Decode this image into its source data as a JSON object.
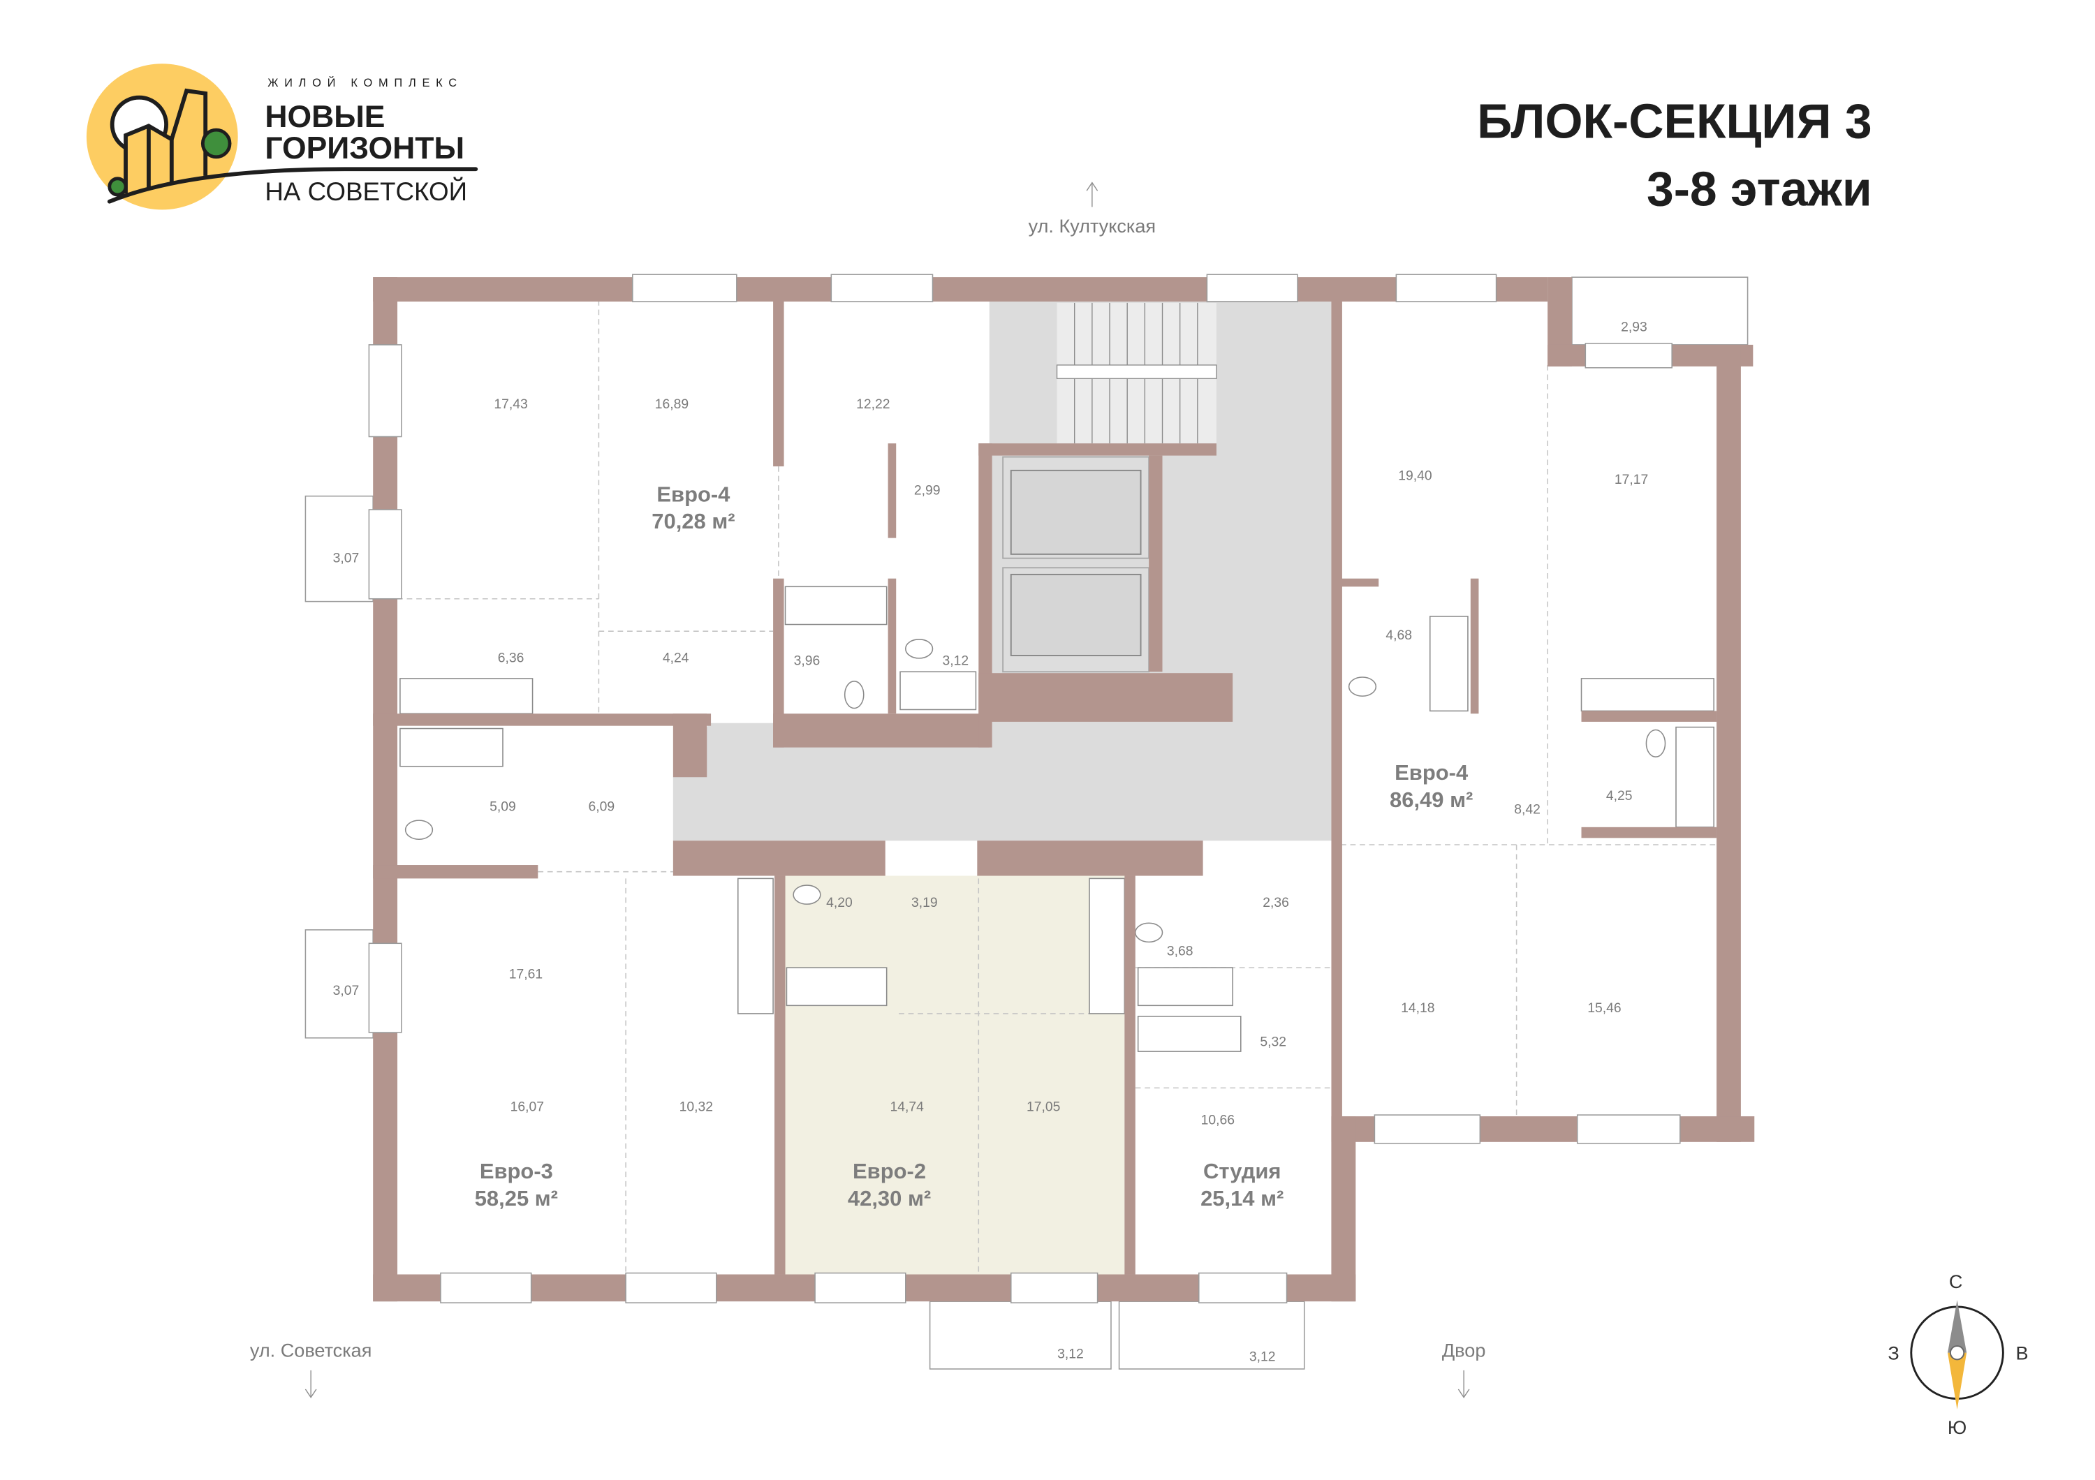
{
  "logo": {
    "subtitle": "ЖИЛОЙ КОМПЛЕКС",
    "name_line1": "НОВЫЕ",
    "name_line2": "ГОРИЗОНТЫ",
    "name_line3": "НА СОВЕТСКОЙ"
  },
  "header": {
    "title": "БЛОК-СЕКЦИЯ 3",
    "floors": "3-8 этажи"
  },
  "streets": {
    "north": "ул. Култукская",
    "south_west": "ул. Советская",
    "south_east": "Двор"
  },
  "compass": {
    "north": "С",
    "west": "З",
    "east": "В",
    "south": "Ю"
  },
  "colors": {
    "wall": "#b3958e",
    "corridor": "#dcdcdc",
    "highlight": "#f2f0e2",
    "logo_yellow": "#fdcd62",
    "logo_green": "#3f8f3c"
  },
  "apartments": [
    {
      "type": "Евро-4",
      "area": "70,28 м²"
    },
    {
      "type": "Евро-3",
      "area": "58,25 м²"
    },
    {
      "type": "Евро-2",
      "area": "42,30 м²"
    },
    {
      "type": "Студия",
      "area": "25,14 м²"
    },
    {
      "type": "Евро-4",
      "area": "86,49 м²"
    }
  ],
  "rooms": [
    "17,43",
    "16,89",
    "12,22",
    "2,99",
    "3,07",
    "6,36",
    "4,24",
    "3,96",
    "3,12",
    "5,09",
    "6,09",
    "17,61",
    "3,07",
    "16,07",
    "10,32",
    "4,20",
    "3,19",
    "14,74",
    "17,05",
    "3,12",
    "3,68",
    "2,36",
    "5,32",
    "10,66",
    "3,12",
    "19,40",
    "17,17",
    "2,93",
    "4,68",
    "8,42",
    "4,25",
    "14,18",
    "15,46"
  ]
}
